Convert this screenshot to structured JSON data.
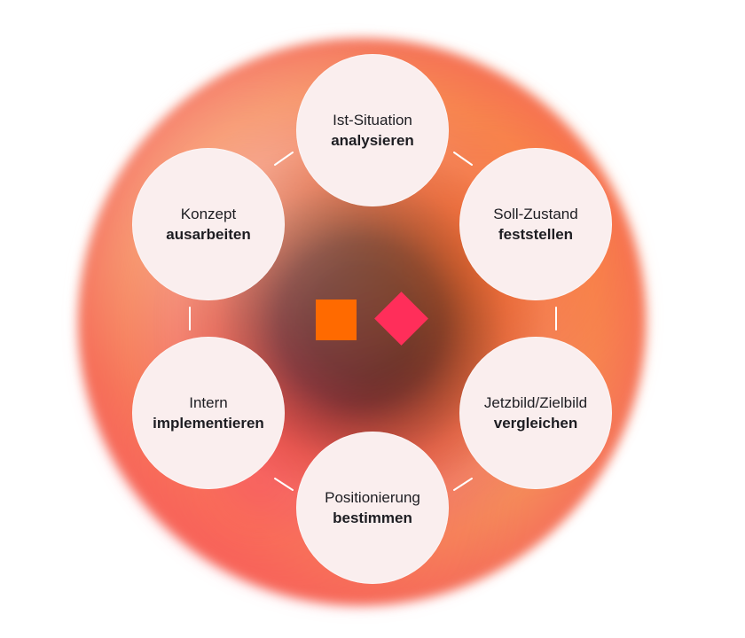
{
  "nodes": [
    {
      "line1": "Ist-Situation",
      "line2": "analysieren"
    },
    {
      "line1": "Soll-Zustand",
      "line2": "feststellen"
    },
    {
      "line1": "Jetzbild/Zielbild",
      "line2": "vergleichen"
    },
    {
      "line1": "Positionierung",
      "line2": "bestimmen"
    },
    {
      "line1": "Intern",
      "line2": "implementieren"
    },
    {
      "line1": "Konzept",
      "line2": "ausarbeiten"
    }
  ],
  "colors": {
    "node_fill": "#faeeee",
    "square": "#ff6a00",
    "diamond": "#ff2e5a",
    "center": "#1c1c20"
  },
  "center_icons": [
    "orange-square-icon",
    "red-diamond-icon"
  ]
}
